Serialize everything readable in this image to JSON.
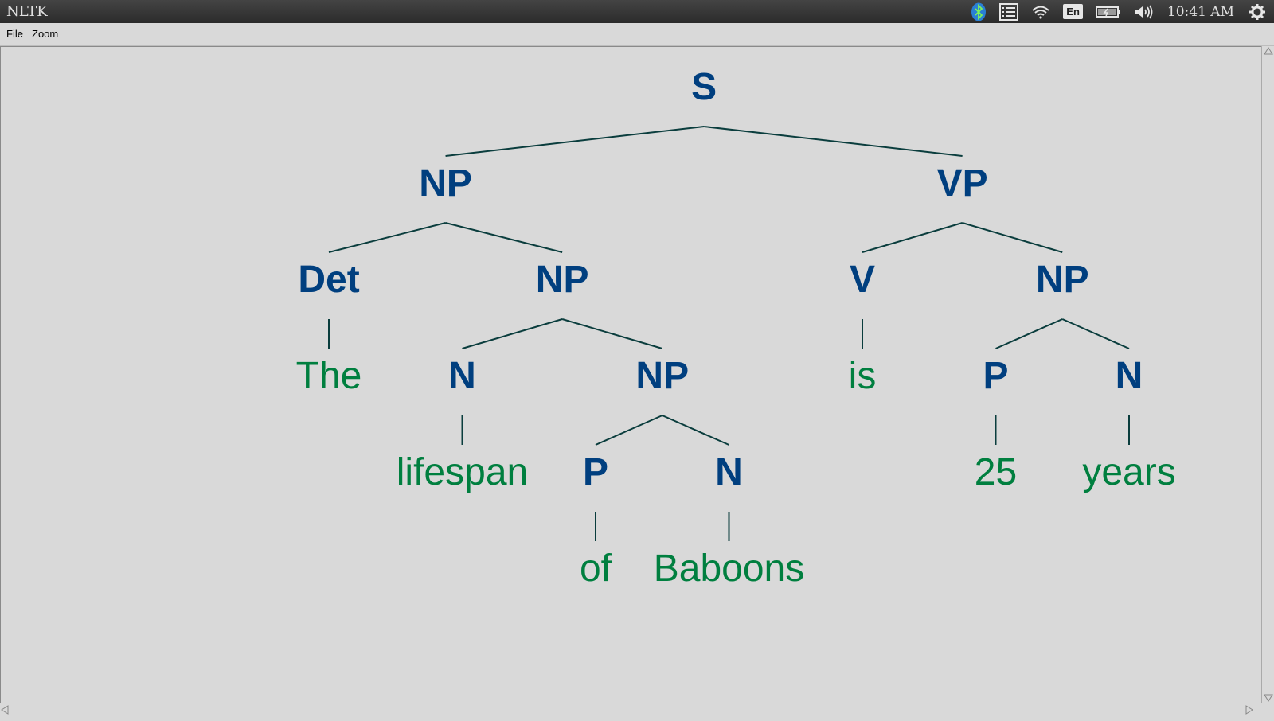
{
  "window": {
    "title": "NLTK"
  },
  "tray": {
    "keyboard_layout": "En",
    "clock": "10:41 AM"
  },
  "menu": {
    "file": "File",
    "zoom": "Zoom"
  },
  "tree": {
    "nonterminal_color": "#003f7f",
    "terminal_color": "#007f3f",
    "edge_color": "#0a3d3d",
    "root": {
      "label": "S",
      "children": [
        {
          "label": "NP",
          "children": [
            {
              "label": "Det",
              "children": [
                {
                  "word": "The"
                }
              ]
            },
            {
              "label": "NP",
              "children": [
                {
                  "label": "N",
                  "children": [
                    {
                      "word": "lifespan"
                    }
                  ]
                },
                {
                  "label": "NP",
                  "children": [
                    {
                      "label": "P",
                      "children": [
                        {
                          "word": "of"
                        }
                      ]
                    },
                    {
                      "label": "N",
                      "children": [
                        {
                          "word": "Baboons"
                        }
                      ]
                    }
                  ]
                }
              ]
            }
          ]
        },
        {
          "label": "VP",
          "children": [
            {
              "label": "V",
              "children": [
                {
                  "word": "is"
                }
              ]
            },
            {
              "label": "NP",
              "children": [
                {
                  "label": "P",
                  "children": [
                    {
                      "word": "25"
                    }
                  ]
                },
                {
                  "label": "N",
                  "children": [
                    {
                      "word": "years"
                    }
                  ]
                }
              ]
            }
          ]
        }
      ]
    }
  }
}
